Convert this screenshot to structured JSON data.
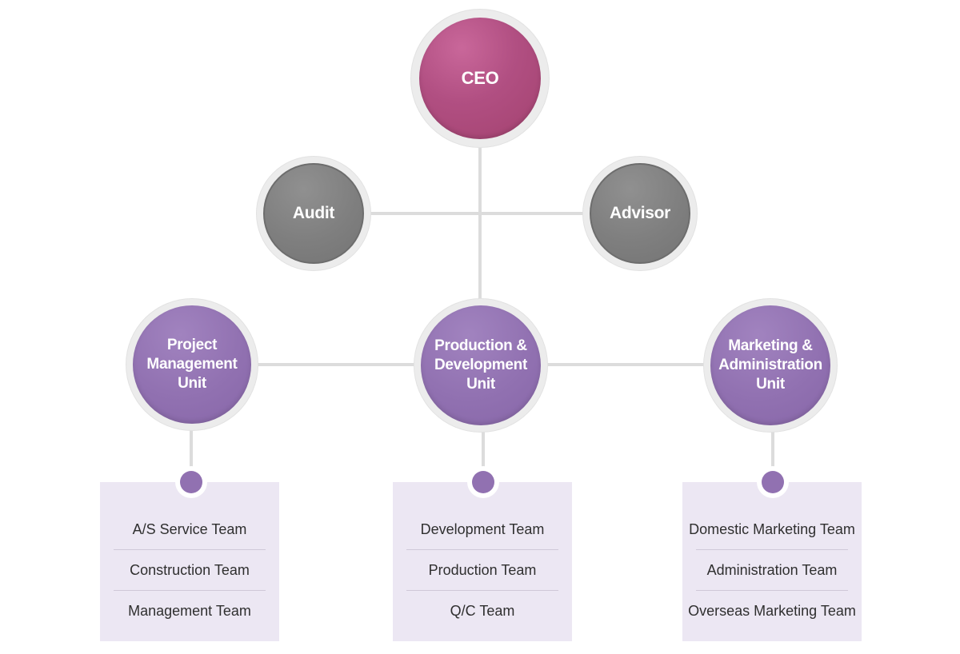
{
  "chart": {
    "ceo": "CEO",
    "advisory": [
      "Audit",
      "Advisor"
    ],
    "units": [
      {
        "name": "Project\nManagement\nUnit",
        "teams": [
          "A/S Service Team",
          "Construction Team",
          "Management Team"
        ]
      },
      {
        "name": "Production &\nDevelopment\nUnit",
        "teams": [
          "Development Team",
          "Production Team",
          "Q/C Team"
        ]
      },
      {
        "name": "Marketing &\nAdministration\nUnit",
        "teams": [
          "Domestic Marketing Team",
          "Administration Team",
          "Overseas Marketing Team"
        ]
      }
    ]
  },
  "colors": {
    "ceo": "#b14f82",
    "advisory": "#808080",
    "unit": "#9171b1",
    "panel": "#ece7f3",
    "connector": "#dcdcdc"
  }
}
